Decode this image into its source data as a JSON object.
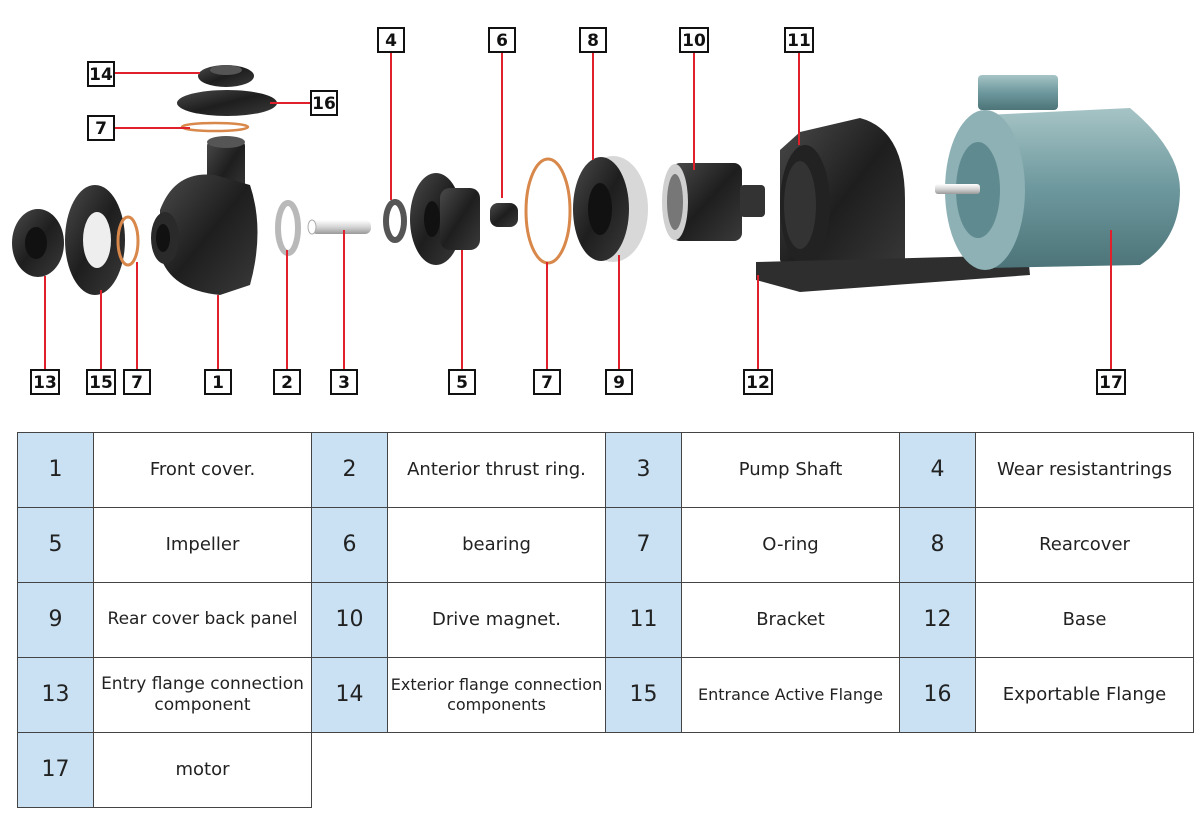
{
  "colors": {
    "leader_line": "#e0202b",
    "number_cell": "#c9e1f3",
    "motor": "#7aa3a8",
    "part_dark": "#2b2b2b",
    "oring": "#d8884a"
  },
  "callouts": [
    "14",
    "7",
    "16",
    "4",
    "6",
    "8",
    "10",
    "11",
    "13",
    "15",
    "7",
    "1",
    "2",
    "3",
    "5",
    "7",
    "9",
    "12",
    "17"
  ],
  "parts": [
    {
      "num": "1",
      "name": "Front cover."
    },
    {
      "num": "2",
      "name": "Anterior thrust ring."
    },
    {
      "num": "3",
      "name": "Pump Shaft"
    },
    {
      "num": "4",
      "name": "Wear resistantrings"
    },
    {
      "num": "5",
      "name": "Impeller"
    },
    {
      "num": "6",
      "name": "bearing"
    },
    {
      "num": "7",
      "name": "O-ring"
    },
    {
      "num": "8",
      "name": "Rearcover"
    },
    {
      "num": "9",
      "name": "Rear cover back panel"
    },
    {
      "num": "10",
      "name": "Drive magnet."
    },
    {
      "num": "11",
      "name": "Bracket"
    },
    {
      "num": "12",
      "name": "Base"
    },
    {
      "num": "13",
      "name": "Entry flange connection component"
    },
    {
      "num": "14",
      "name": "Exterior flange connection components"
    },
    {
      "num": "15",
      "name": "Entrance Active Flange"
    },
    {
      "num": "16",
      "name": "Exportable Flange"
    },
    {
      "num": "17",
      "name": "motor"
    }
  ]
}
